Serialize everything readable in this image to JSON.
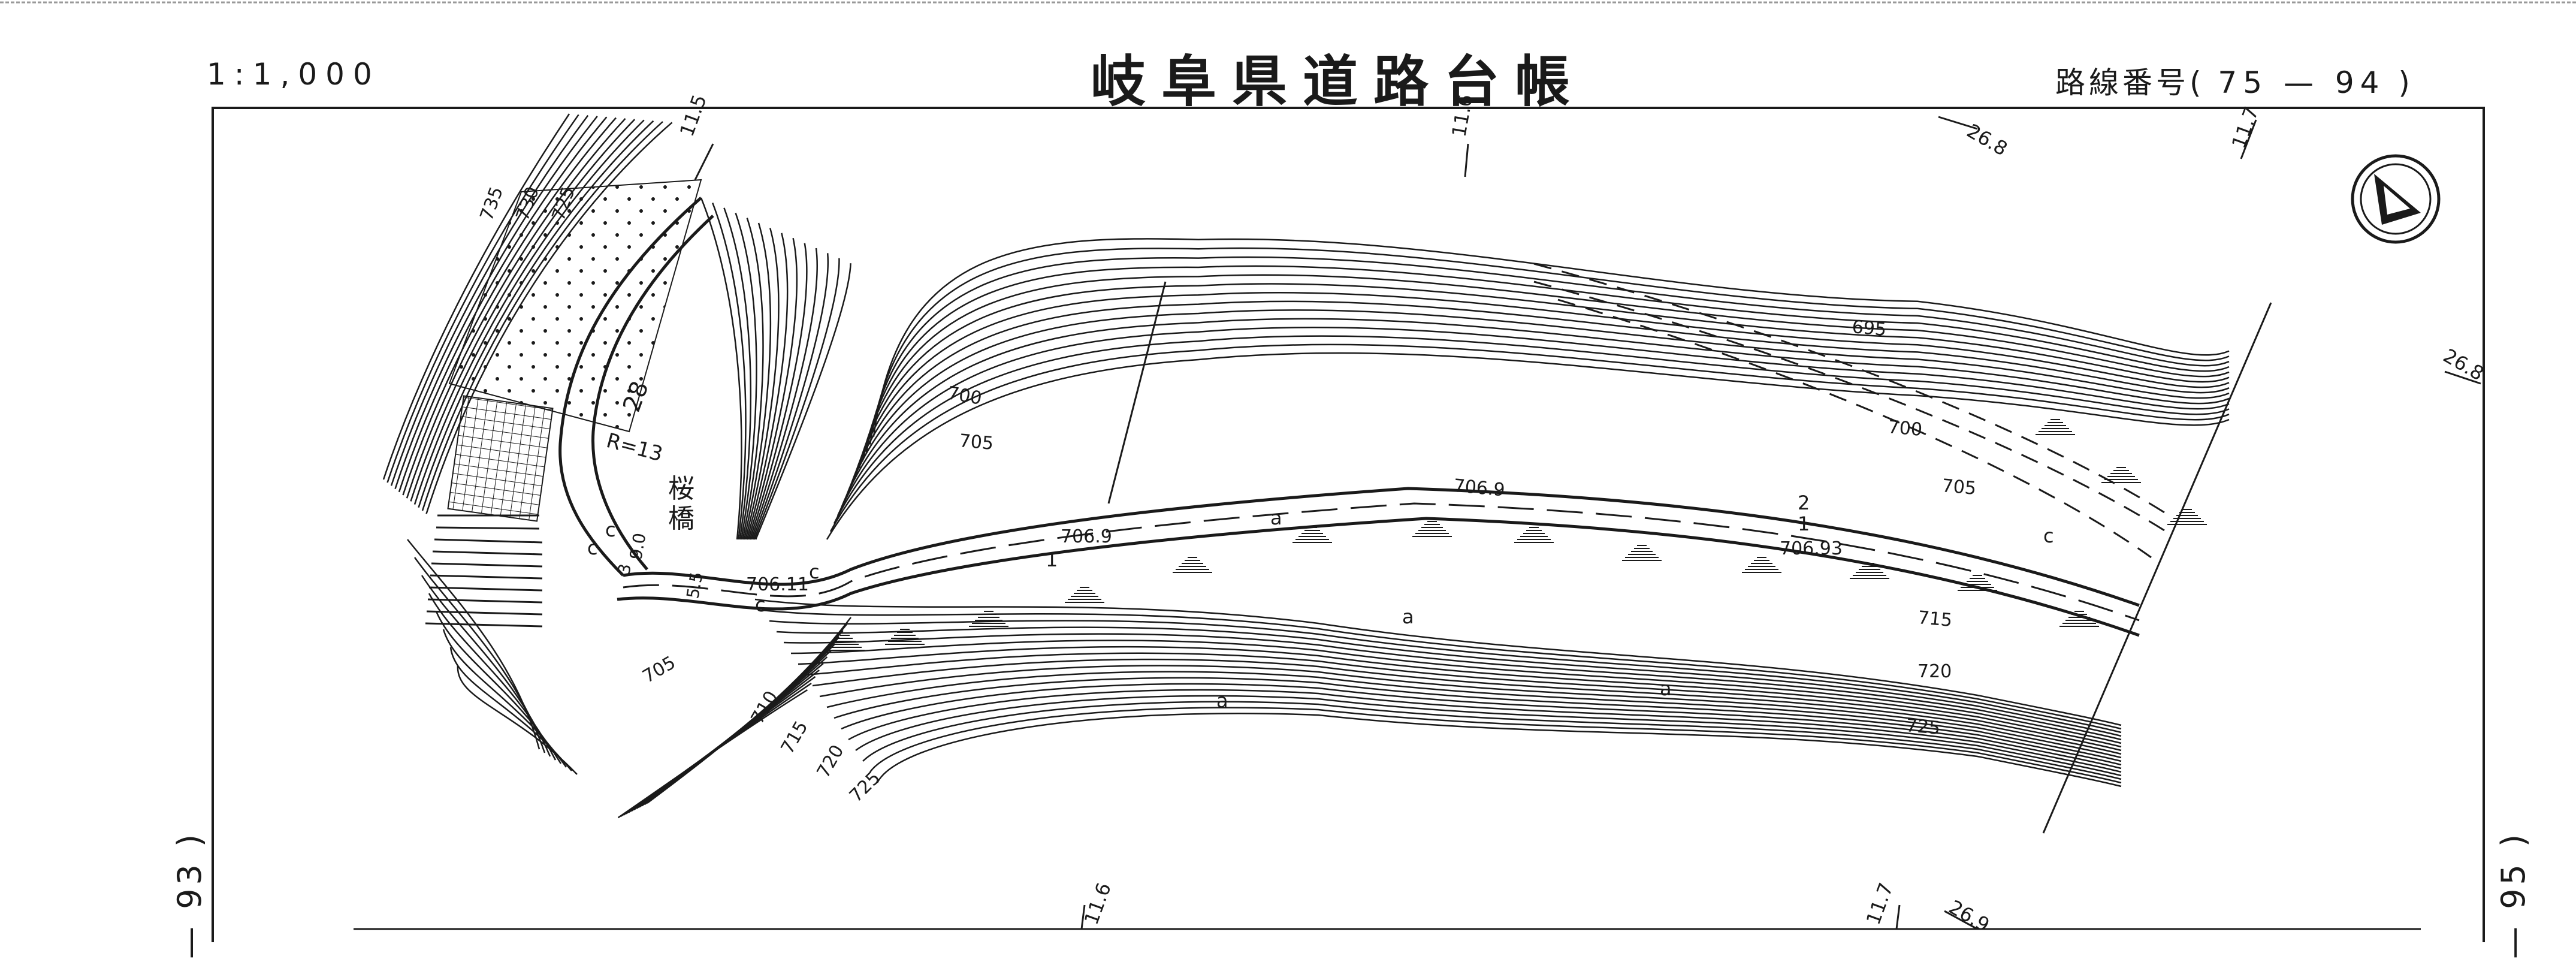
{
  "header": {
    "scale": "1:1,000",
    "title": "岐阜県道路台帳",
    "route_label": "路線番号(",
    "route_number": "75 — 94",
    "route_close": ")"
  },
  "adjacent_sheets": {
    "left": "— 93 )",
    "right": "— 95 )"
  },
  "map_labels": {
    "contours": [
      "735",
      "730",
      "725",
      "700",
      "705",
      "695",
      "700",
      "705",
      "715",
      "720",
      "725",
      "705",
      "710",
      "715",
      "720",
      "725"
    ],
    "elevations": [
      "706.9",
      "706.9",
      "706.93",
      "706.11"
    ],
    "stations": [
      "11.5",
      "11.6",
      "11.7",
      "26.8",
      "26.8",
      "11.6",
      "11.7",
      "26.9"
    ],
    "bridge": "桜橋",
    "curve": "R=13",
    "benchmark": "28",
    "widths": [
      "9.0",
      "3",
      "5.5"
    ],
    "markers": [
      "c",
      "c",
      "c",
      "c",
      "c",
      "a",
      "a",
      "a",
      "a",
      "2",
      "1",
      "1"
    ]
  },
  "colors": {
    "ink": "#1a1a1a",
    "paper": "#ffffff"
  },
  "icons": [
    "north-arrow-icon"
  ]
}
